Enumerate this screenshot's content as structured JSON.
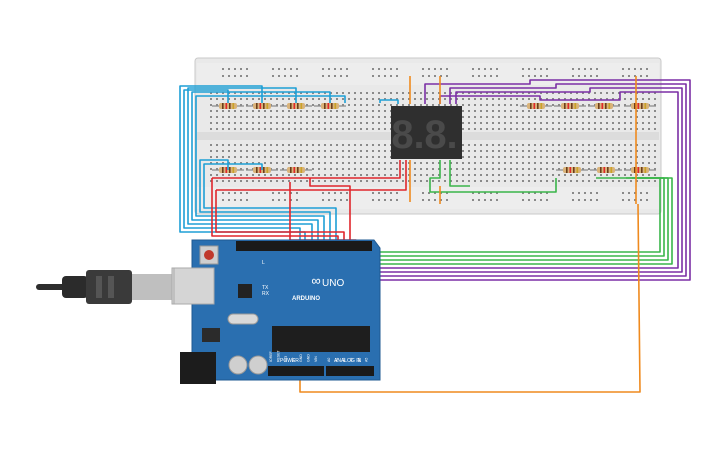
{
  "board": {
    "brand": "ARDUINO",
    "model": "UNO",
    "power_label": "POWER",
    "analog_label": "ANALOG IN",
    "tx_label": "TX",
    "rx_label": "RX",
    "l_label": "L",
    "power_pins": [
      "IOREF",
      "RESET",
      "3V3",
      "5V",
      "GND",
      "GND",
      "VIN"
    ],
    "analog_pins": [
      "A0",
      "A1",
      "A2",
      "A3",
      "A4",
      "A5"
    ]
  },
  "display": {
    "digit_left": "8.",
    "digit_right": "8."
  },
  "colors": {
    "blue": "#1e9fd6",
    "purple": "#7b2fa5",
    "red": "#e0262c",
    "green": "#3ab54a",
    "orange": "#ef8a1e",
    "board": "#2a6fb0",
    "breadboard": "#e8e8e8"
  },
  "icons": {
    "usb_cable": "usb-cable-icon",
    "reset_button": "reset-button-icon",
    "power_jack": "power-jack-icon"
  }
}
